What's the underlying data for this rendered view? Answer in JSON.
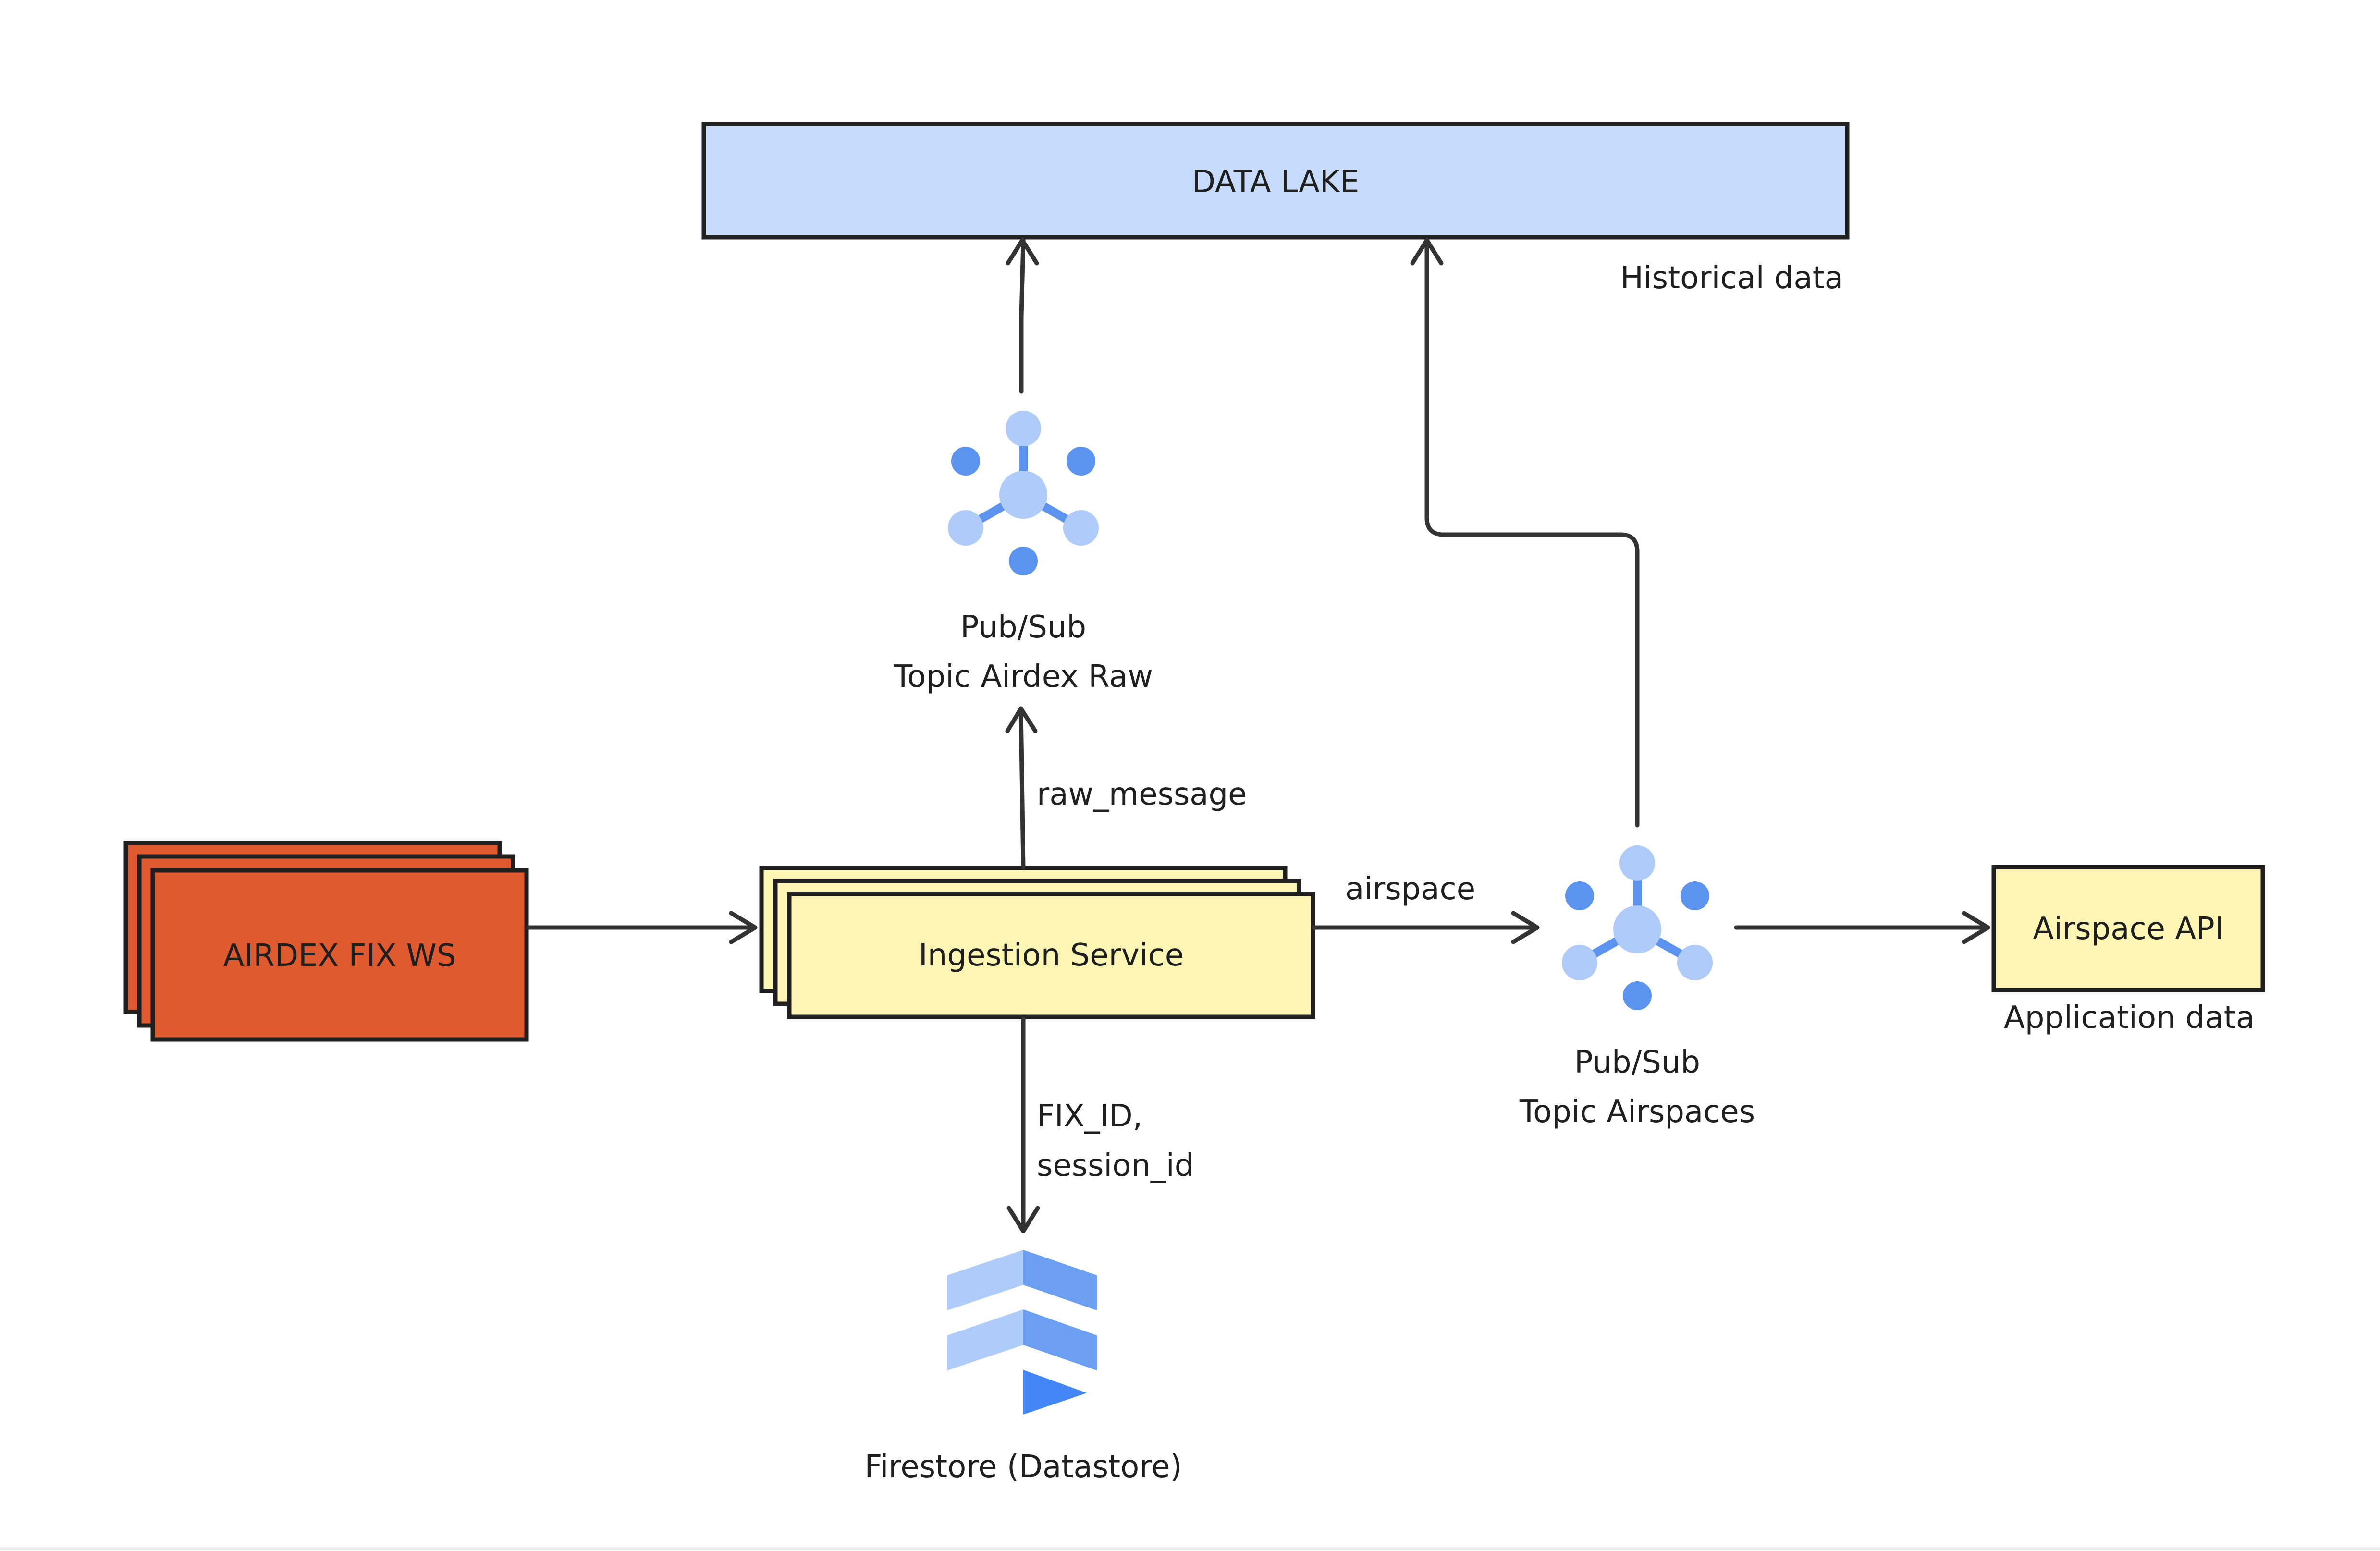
{
  "colors": {
    "background": "#ffffff",
    "data_lake_fill": "#c7dbfc",
    "source_fill": "#e05a2f",
    "service_fill": "#fcf5b4",
    "api_fill": "#fcf5b4",
    "pubsub_light": "#aecbfa",
    "pubsub_dark": "#5b93ee",
    "firestore_light": "#aecbfa",
    "firestore_mid": "#6a9ff2",
    "firestore_dark": "#4285f4",
    "stroke": "#1f1f1f",
    "edge": "#333333"
  },
  "nodes": {
    "data_lake": {
      "label": "DATA LAKE",
      "note": "Historical data"
    },
    "airdex_source": {
      "label": "AIRDEX FIX WS"
    },
    "ingestion_service": {
      "label": "Ingestion Service"
    },
    "pubsub_raw": {
      "icon": "pubsub-icon",
      "line1": "Pub/Sub",
      "line2": "Topic Airdex Raw"
    },
    "pubsub_airspaces": {
      "icon": "pubsub-icon",
      "line1": "Pub/Sub",
      "line2": "Topic Airspaces"
    },
    "airspace_api": {
      "label": "Airspace API",
      "note": "Application data"
    },
    "firestore": {
      "icon": "firestore-icon",
      "label": "Firestore (Datastore)"
    }
  },
  "edges": {
    "raw_message": "raw_message",
    "airspace": "airspace",
    "fix_id_line1": "FIX_ID,",
    "fix_id_line2": "session_id"
  }
}
